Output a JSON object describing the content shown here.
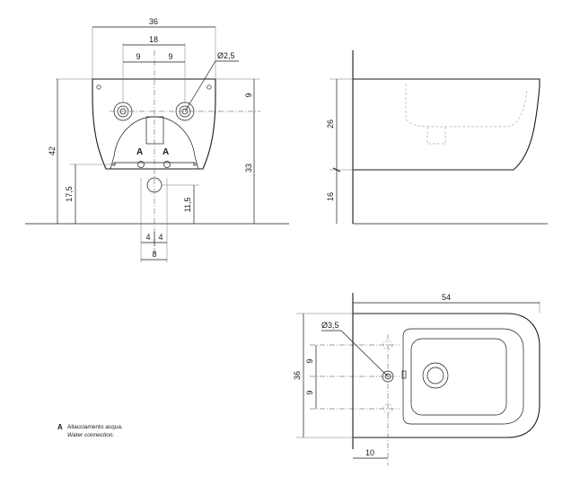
{
  "front_view": {
    "dim_width": "36",
    "dim_holes": "18",
    "dim_left_half": "9",
    "dim_right_half": "9",
    "dim_hole_diameter": "Ø2,5",
    "dim_height": "42",
    "dim_top_offset": "9",
    "dim_fix_height": "33",
    "dim_inlet_height": "17,5",
    "dim_drain_height": "11,5",
    "dim_inlet_left": "4",
    "dim_inlet_right": "4",
    "dim_inlet_spacing": "8",
    "label_a_left": "A",
    "label_a_right": "A"
  },
  "side_view": {
    "dim_body_height": "26",
    "dim_floor_clearance": "16"
  },
  "top_view": {
    "dim_length": "54",
    "dim_width": "36",
    "dim_hole_diameter": "Ø3,5",
    "dim_upper_half": "9",
    "dim_lower_half": "9",
    "dim_wall_offset": "10"
  },
  "legend": {
    "key": "A",
    "text_it": "Allacciamento acqua.",
    "text_en": "Water connection."
  }
}
